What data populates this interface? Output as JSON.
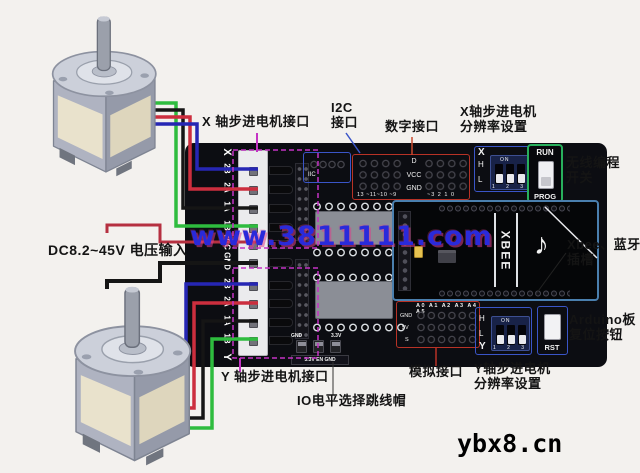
{
  "watermark": {
    "center": "www.3811111.com",
    "corner": "ybx8.cn"
  },
  "annotations": {
    "x_motor_port": "X 轴步进电机接口",
    "i2c": [
      "I2C",
      "接口"
    ],
    "digital_port": "数字接口",
    "x_resolution": [
      "X轴步进电机",
      "分辨率设置"
    ],
    "wireless_switch": [
      "无线编程",
      "开关"
    ],
    "xbee_slot": [
      "Xbee、蓝牙",
      "插槽"
    ],
    "arduino_reset": [
      "Arduino板",
      "复位按钮"
    ],
    "analog_port": "模拟接口",
    "y_resolution": [
      "Y轴步进电机",
      "分辨率设置"
    ],
    "y_motor_port": "Y 轴步进电机接口",
    "io_jumper": "IO电平选择跳线帽",
    "power_input": "DC8.2~45V 电压输入"
  },
  "board": {
    "terminals": [
      "X",
      "2B",
      "2A",
      "1A",
      "1B",
      "VCC GND",
      "2B",
      "2A",
      "1A",
      "1B",
      "Y"
    ],
    "iic_label": "IIC",
    "digital": {
      "row_labels": [
        "D",
        "VCC",
        "GND"
      ],
      "pins_left": "13 ~11~10 ~9",
      "pins_right": "~3 2 1 0"
    },
    "dip_x": {
      "axis": "X",
      "high": "H",
      "low": "L",
      "on": "ON",
      "numbers": "1 2 3"
    },
    "dip_y": {
      "axis": "Y",
      "high": "H",
      "low": "L",
      "on": "ON",
      "numbers": "1 2 3"
    },
    "prog_switch": {
      "top": "RUN",
      "bottom": "PROG"
    },
    "reset_label": "RST",
    "analog": {
      "header": "A0 A1 A2 A3 A4 A5",
      "rows": [
        "GND",
        "5V",
        "S"
      ]
    },
    "jumper": {
      "left": "GND",
      "right": "3.3V",
      "bottom": "3.3V EN GND"
    },
    "xbee_text": "XBEE",
    "logo_glyph": "♪"
  },
  "colors": {
    "wire_green": "#2ebc3e",
    "wire_red": "#cc2e3e",
    "wire_blue": "#2626b4",
    "wire_black": "#151515",
    "annotation_magenta": "#c433c4",
    "outline_blue": "#3a55c8",
    "outline_red": "#b83226",
    "outline_green": "#28b05c"
  }
}
